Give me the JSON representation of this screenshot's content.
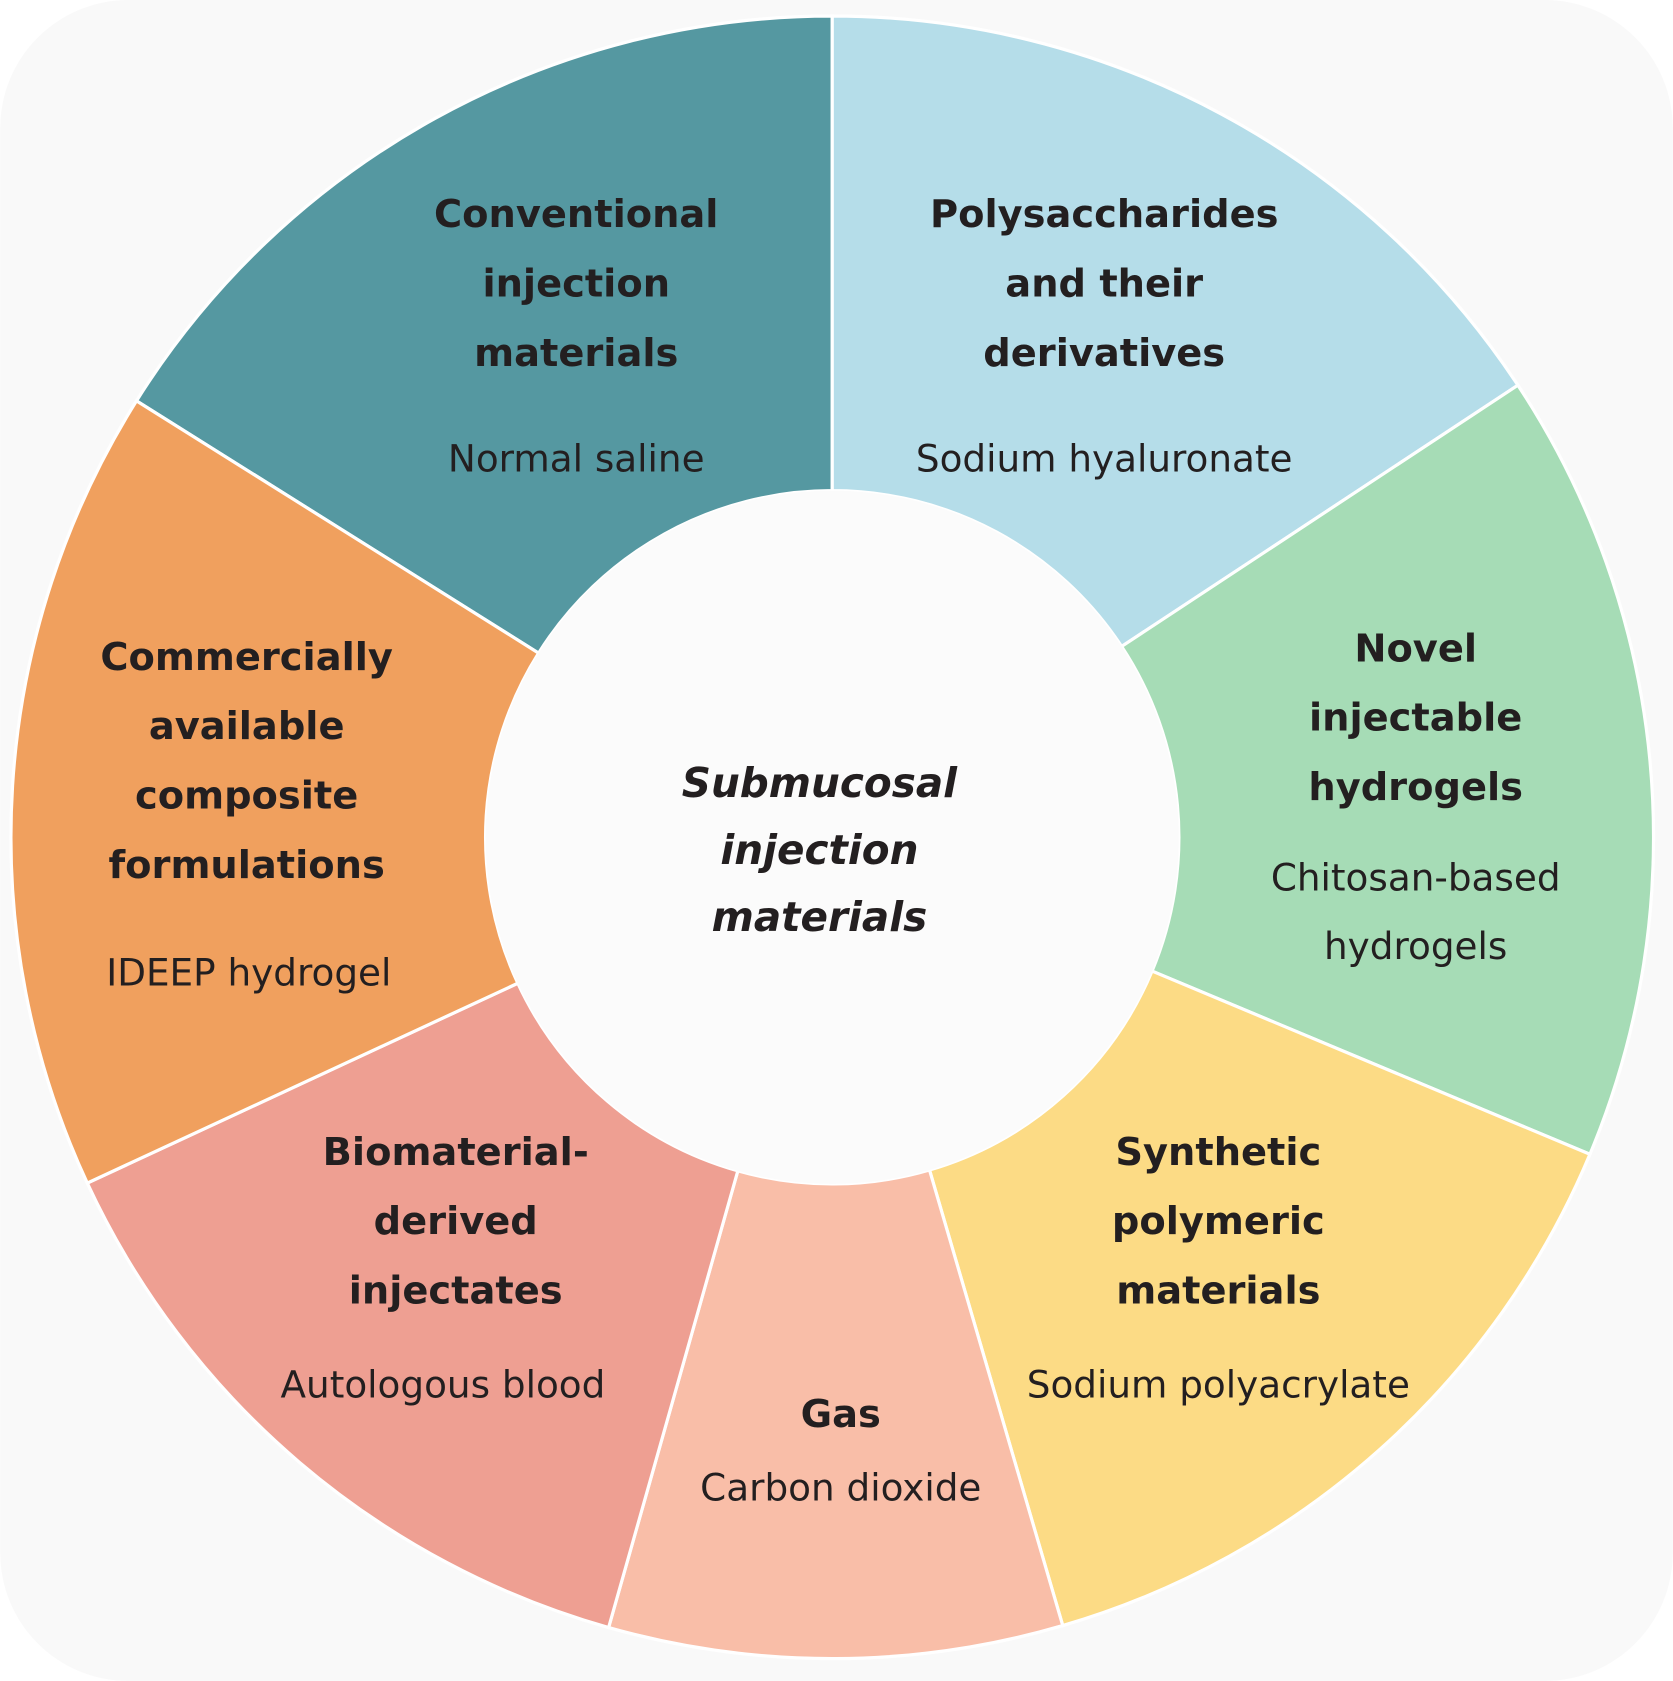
{
  "center": {
    "lines": [
      "Submucosal",
      "injection",
      "materials"
    ]
  },
  "segments": [
    {
      "id": "conventional",
      "title": [
        "Conventional",
        "injection",
        "materials"
      ],
      "example": [
        "Normal saline"
      ],
      "color": "#5598a1"
    },
    {
      "id": "polysaccharides",
      "title": [
        "Polysaccharides",
        "and their",
        "derivatives"
      ],
      "example": [
        "Sodium hyaluronate"
      ],
      "color": "#b5dde9"
    },
    {
      "id": "hydrogels",
      "title": [
        "Novel",
        "injectable",
        "hydrogels"
      ],
      "example": [
        "Chitosan-based",
        "hydrogels"
      ],
      "color": "#a6dcb6"
    },
    {
      "id": "synthetic",
      "title": [
        "Synthetic",
        "polymeric",
        "materials"
      ],
      "example": [
        "Sodium polyacrylate"
      ],
      "color": "#fcdb85"
    },
    {
      "id": "gas",
      "title": [
        "Gas"
      ],
      "example": [
        "Carbon dioxide"
      ],
      "color": "#f9bea8"
    },
    {
      "id": "biomaterial",
      "title": [
        "Biomaterial-",
        "derived",
        "injectates"
      ],
      "example": [
        "Autologous blood"
      ],
      "color": "#ee9f92"
    },
    {
      "id": "commercial",
      "title": [
        "Commercially",
        "available",
        "composite",
        "formulations"
      ],
      "example": [
        "IDEEP hydrogel"
      ],
      "color": "#f0a05e"
    }
  ]
}
